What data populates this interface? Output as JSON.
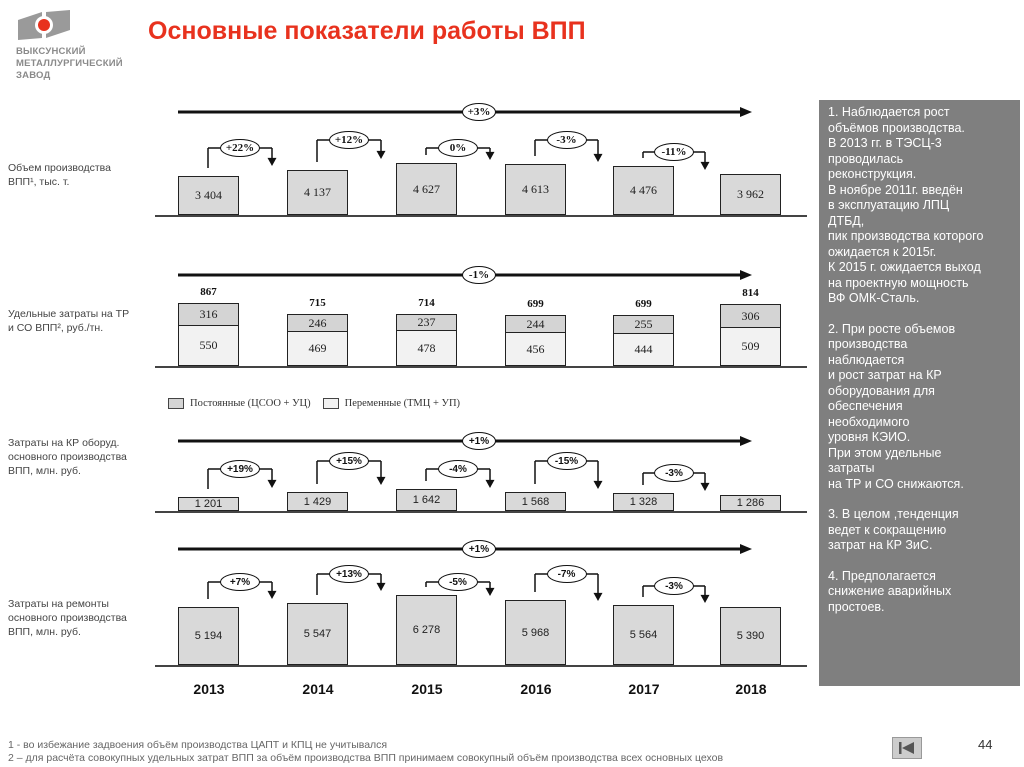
{
  "header": {
    "company_lines": [
      "ВЫКСУНСКИЙ",
      "МЕТАЛЛУРГИЧЕСКИЙ",
      "ЗАВОД"
    ],
    "title": "Основные показатели работы ВПП"
  },
  "colors": {
    "title": "#e8321e",
    "bar_fill": "#d9d9d9",
    "constant_fill": "#d4d4d4",
    "variable_fill": "#f2f2f2",
    "notes_panel": "#7f7f7f",
    "logo_red": "#e8321e",
    "logo_gray": "#8a8a8a"
  },
  "years": [
    "2013",
    "2014",
    "2015",
    "2016",
    "2017",
    "2018"
  ],
  "row_labels": {
    "production": [
      "Объем производства",
      "ВПП¹, тыс. т."
    ],
    "specific_costs": [
      "Удельные затраты на ТР",
      "и СО ВПП², руб./тн."
    ],
    "equipment_repair": [
      "Затраты на КР оборуд.",
      "основного производства",
      "ВПП, млн. руб."
    ],
    "repairs": [
      "Затраты на ремонты",
      "основного производства",
      "ВПП, млн. руб."
    ]
  },
  "legend": {
    "constant": "Постоянные (ЦСОО + УЦ)",
    "variable": "Переменные (ТМЦ + УП)"
  },
  "chart_data": [
    {
      "type": "bar",
      "title": "Объем производства ВПП, тыс. т.",
      "categories": [
        "2013",
        "2014",
        "2015",
        "2016",
        "2017",
        "2018"
      ],
      "values": [
        3404,
        4137,
        4627,
        4613,
        4476,
        3962
      ],
      "labels": [
        "3 404",
        "4 137",
        "4 627",
        "4 613",
        "4 476",
        "3 962"
      ],
      "changes": [
        "+22%",
        "+12%",
        "0%",
        "-3%",
        "-11%"
      ],
      "overall_change": "+3%"
    },
    {
      "type": "bar",
      "stacked": true,
      "title": "Удельные затраты на ТР и СО ВПП, руб./тн.",
      "categories": [
        "2013",
        "2014",
        "2015",
        "2016",
        "2017",
        "2018"
      ],
      "series": [
        {
          "name": "Постоянные (ЦСОО + УЦ)",
          "values": [
            316,
            246,
            237,
            244,
            255,
            306
          ]
        },
        {
          "name": "Переменные (ТМЦ + УП)",
          "values": [
            550,
            469,
            478,
            456,
            444,
            509
          ]
        }
      ],
      "totals": [
        867,
        715,
        714,
        699,
        699,
        814
      ],
      "overall_change": "-1%"
    },
    {
      "type": "bar",
      "title": "Затраты на КР оборуд. основного производства ВПП, млн. руб.",
      "categories": [
        "2013",
        "2014",
        "2015",
        "2016",
        "2017",
        "2018"
      ],
      "values": [
        1201,
        1429,
        1642,
        1568,
        1328,
        1286
      ],
      "labels": [
        "1 201",
        "1 429",
        "1 642",
        "1 568",
        "1 328",
        "1 286"
      ],
      "changes": [
        "+19%",
        "+15%",
        "-4%",
        "-15%",
        "-3%"
      ],
      "overall_change": "+1%"
    },
    {
      "type": "bar",
      "title": "Затраты на ремонты основного производства ВПП, млн. руб.",
      "categories": [
        "2013",
        "2014",
        "2015",
        "2016",
        "2017",
        "2018"
      ],
      "values": [
        5194,
        5547,
        6278,
        5968,
        5564,
        5390
      ],
      "labels": [
        "5 194",
        "5 547",
        "6 278",
        "5 968",
        "5 564",
        "5 390"
      ],
      "changes": [
        "+7%",
        "+13%",
        "-5%",
        "-7%",
        "-3%"
      ],
      "overall_change": "+1%"
    }
  ],
  "notes": [
    [
      "1. Наблюдается рост",
      "объёмов производства.",
      "В 2013 гг. в ТЭСЦ-3",
      "проводилась",
      "реконструкция.",
      "В ноябре 2011г.  введён",
      "в эксплуатацию ЛПЦ",
      "ДТБД,",
      "пик производства которого",
      "ожидается к 2015г.",
      "К 2015 г. ожидается выход",
      "на проектную мощность",
      "ВФ ОМК-Сталь."
    ],
    [
      "2. При росте объемов",
      "производства",
      "наблюдается",
      "и рост затрат на КР",
      "оборудования для",
      "обеспечения",
      "необходимого",
      "уровня КЭИО.",
      "При этом удельные",
      "затраты",
      "на ТР и СО снижаются."
    ],
    [
      "3. В целом ,тенденция",
      "ведет к сокращению",
      "затрат на КР ЗиС."
    ],
    [
      "4. Предполагается",
      "снижение аварийных",
      "простоев."
    ]
  ],
  "footnotes": [
    "1 - во избежание задвоения объём производства ЦАПТ и КПЦ не учитывался",
    "2 – для расчёта совокупных удельных затрат ВПП за объём производства ВПП принимаем совокупный объём производства всех основных цехов"
  ],
  "navigation": {
    "first_slide_icon": "skip-to-first-icon",
    "page_number": "44"
  }
}
